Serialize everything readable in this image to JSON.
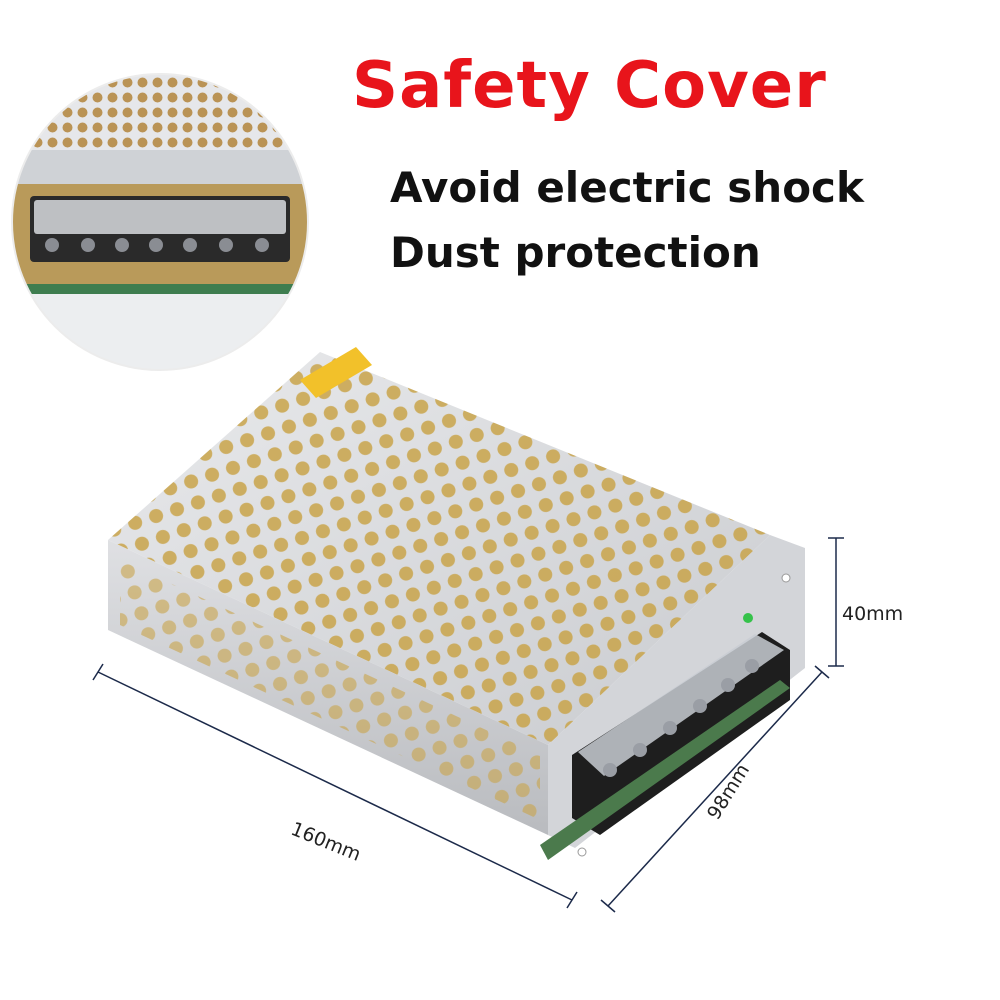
{
  "headline": "Safety Cover",
  "features": [
    "Avoid electric shock",
    "Dust protection"
  ],
  "dimensions": {
    "height": "40mm",
    "length": "160mm",
    "width": "98mm"
  },
  "colors": {
    "headline": "#e8141b",
    "text": "#111111",
    "dimension_line": "#1c2a4a"
  }
}
